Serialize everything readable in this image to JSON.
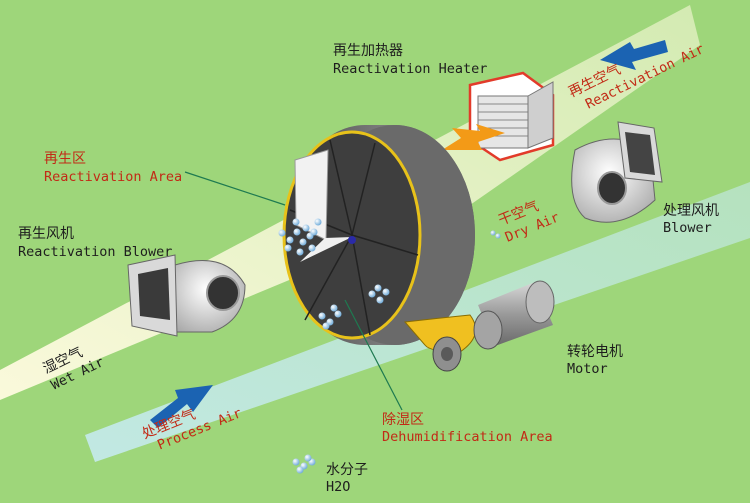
{
  "colors": {
    "background": "#9ed67a",
    "label_dark": "#1e1e1e",
    "label_red": "#c22a16",
    "arrow_blue": "#1b63b2",
    "arrow_orange": "#f39a17",
    "heater_outline": "#e23b2a",
    "belt": "#f0c020"
  },
  "labels": {
    "heater": {
      "cn": "再生加热器",
      "en": "Reactivation Heater"
    },
    "reactivation_area": {
      "cn": "再生区",
      "en": "Reactivation Area"
    },
    "reactivation_blower": {
      "cn": "再生风机",
      "en": "Reactivation Blower"
    },
    "process_blower": {
      "cn": "处理风机",
      "en": "Blower"
    },
    "dry_air": {
      "cn": "干空气",
      "en": "Dry Air"
    },
    "wet_air": {
      "cn": "湿空气",
      "en": "Wet Air"
    },
    "process_air": {
      "cn": "处理空气",
      "en": "Process Air"
    },
    "reactivation_air": {
      "cn": "再生空气",
      "en": "Reactivation Air"
    },
    "motor": {
      "cn": "转轮电机",
      "en": "Motor"
    },
    "dehumidification_area": {
      "cn": "除湿区",
      "en": "Dehumidification Area"
    },
    "water": {
      "cn": "水分子",
      "en": "H2O"
    }
  }
}
